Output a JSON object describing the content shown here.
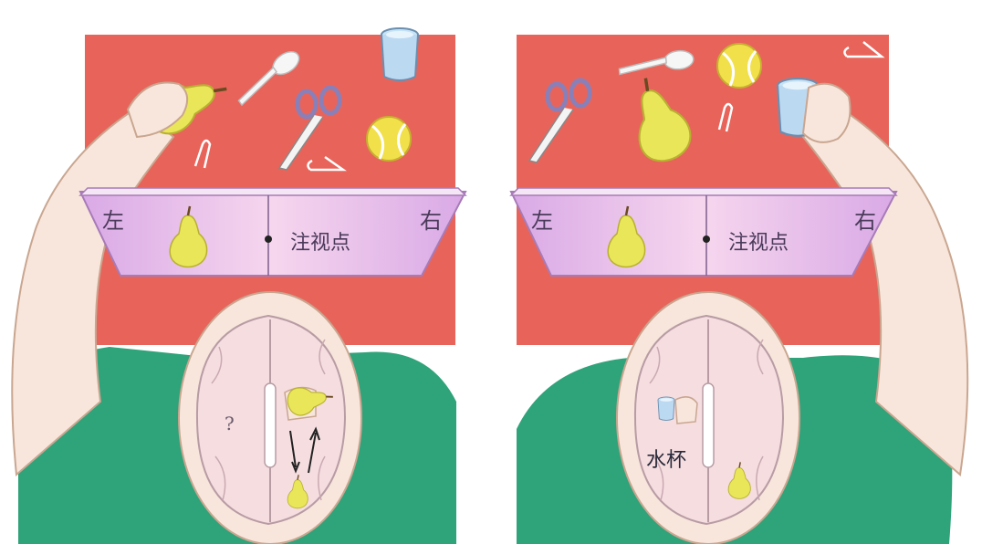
{
  "panels": [
    {
      "id": "left-experiment",
      "screen": {
        "left_label": "左",
        "right_label": "右",
        "fixation_label": "注视点"
      },
      "brain": {
        "unknown_label": "?"
      }
    },
    {
      "id": "right-experiment",
      "screen": {
        "left_label": "左",
        "right_label": "右",
        "fixation_label": "注视点"
      },
      "brain": {
        "object_label": "水杯"
      }
    }
  ],
  "colors": {
    "table": "#e8645a",
    "screen": "#f3cde6",
    "shirt": "#2fa37a",
    "skin": "#f8e6dc",
    "brain": "#f5dde0",
    "pear": "#e9e65a"
  },
  "icons": [
    "pear-icon",
    "spoon-icon",
    "scissors-icon",
    "ball-icon",
    "cup-icon",
    "paperclip-icon",
    "hand-icon"
  ]
}
